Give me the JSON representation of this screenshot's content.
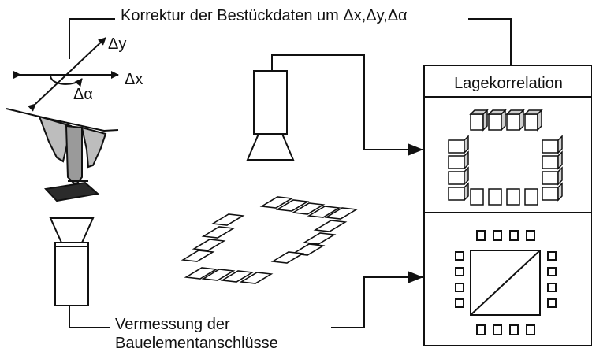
{
  "labels": {
    "top": "Korrektur der Bestückdaten um Δx,Δy,Δα",
    "bottom_line1": "Vermessung der",
    "bottom_line2": "Bauelementanschlüsse",
    "panel_title": "Lagekorrelation",
    "delta_y": "Δy",
    "delta_x": "Δx",
    "delta_alpha": "Δα"
  },
  "icons": [
    "gripper-nozzle-icon",
    "upward-camera-icon",
    "downward-camera-icon",
    "solder-pad-pattern-icon",
    "pad-correlation-icon",
    "component-leads-icon"
  ]
}
